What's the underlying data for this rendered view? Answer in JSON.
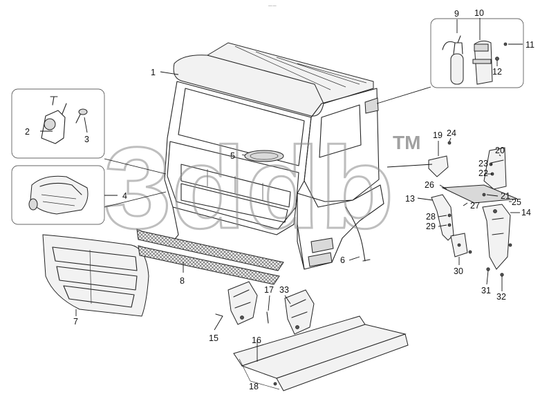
{
  "title_mark": "—·—",
  "watermark": {
    "text": "3ddb",
    "trademark": "TM"
  },
  "callouts": [
    {
      "id": "1",
      "label": "1"
    },
    {
      "id": "2",
      "label": "2"
    },
    {
      "id": "3",
      "label": "3"
    },
    {
      "id": "4",
      "label": "4"
    },
    {
      "id": "5",
      "label": "5"
    },
    {
      "id": "6",
      "label": "6"
    },
    {
      "id": "7",
      "label": "7"
    },
    {
      "id": "8",
      "label": "8"
    },
    {
      "id": "9",
      "label": "9"
    },
    {
      "id": "10",
      "label": "10"
    },
    {
      "id": "11",
      "label": "11"
    },
    {
      "id": "12",
      "label": "12"
    },
    {
      "id": "13",
      "label": "13"
    },
    {
      "id": "14",
      "label": "14"
    },
    {
      "id": "15",
      "label": "15"
    },
    {
      "id": "16",
      "label": "16"
    },
    {
      "id": "17",
      "label": "17"
    },
    {
      "id": "18",
      "label": "18"
    },
    {
      "id": "19",
      "label": "19"
    },
    {
      "id": "20",
      "label": "20"
    },
    {
      "id": "21",
      "label": "21"
    },
    {
      "id": "22",
      "label": "22"
    },
    {
      "id": "23",
      "label": "23"
    },
    {
      "id": "24",
      "label": "24"
    },
    {
      "id": "25",
      "label": "25"
    },
    {
      "id": "26",
      "label": "26"
    },
    {
      "id": "27",
      "label": "27"
    },
    {
      "id": "28",
      "label": "28"
    },
    {
      "id": "29",
      "label": "29"
    },
    {
      "id": "30",
      "label": "30"
    },
    {
      "id": "31",
      "label": "31"
    },
    {
      "id": "32",
      "label": "32"
    },
    {
      "id": "33",
      "label": "33"
    }
  ],
  "colors": {
    "line": "#222222",
    "shade": "#d9d9d9",
    "watermark": "#8a8a8a"
  }
}
